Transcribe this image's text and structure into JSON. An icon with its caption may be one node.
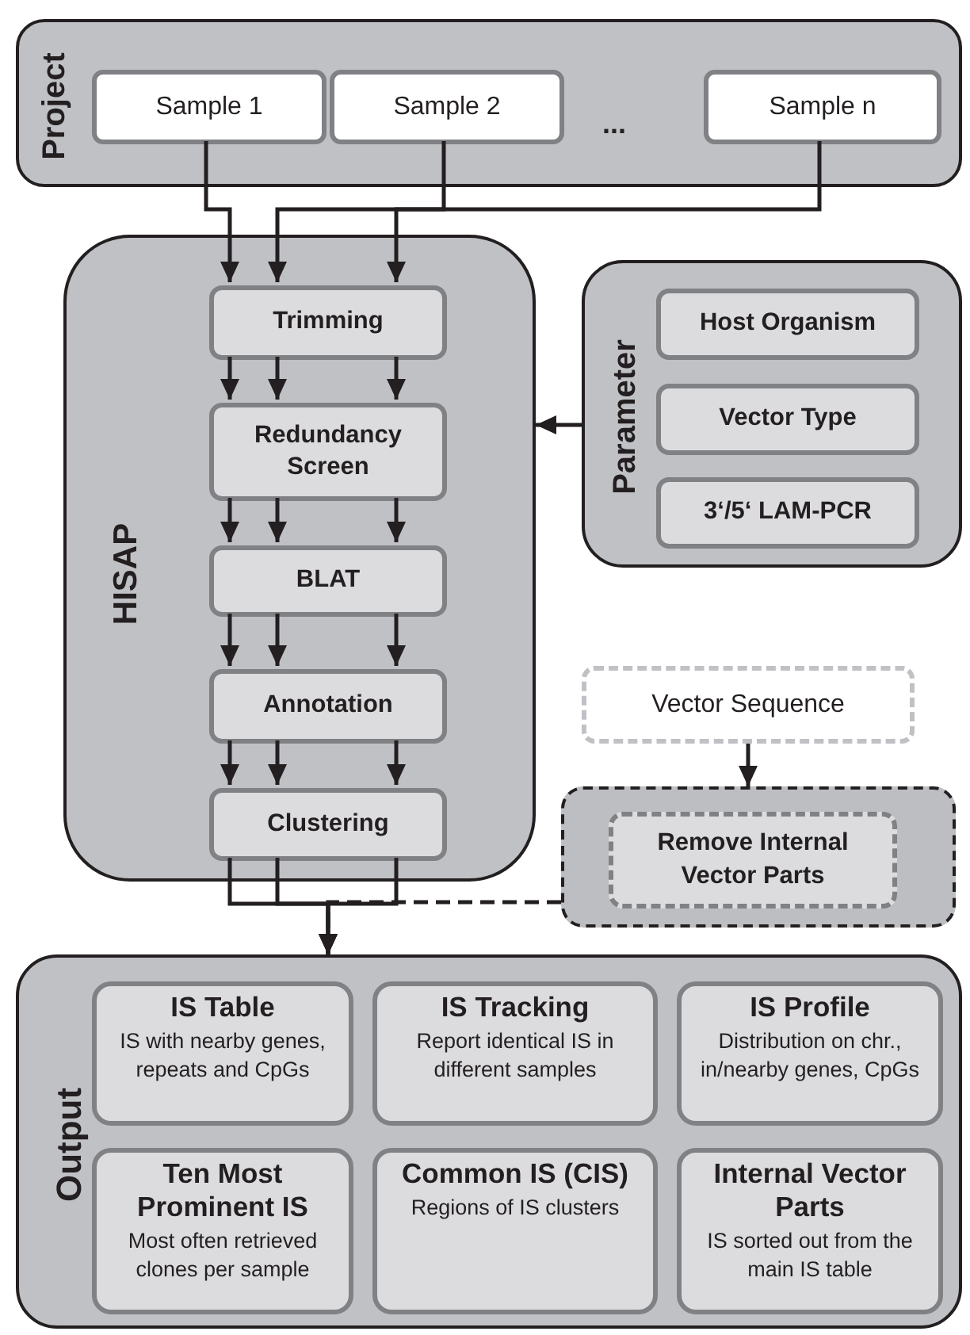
{
  "diagram": {
    "nodes": [
      {
        "text": [
          "Project"
        ]
      },
      {
        "text": [
          "Sample 1"
        ],
        "in": 0
      },
      {
        "text": [
          "Sample 2"
        ],
        "in": 0
      },
      {
        "text": [
          "Sample n"
        ],
        "in": 0
      },
      {
        "text": [
          "HISAP"
        ]
      },
      {
        "text": [
          "Trimming"
        ],
        "in": 4
      },
      {
        "text": [
          "Redundancy Screen"
        ],
        "in": 4
      },
      {
        "text": [
          "BLAT"
        ],
        "in": 4
      },
      {
        "text": [
          "Annotation"
        ],
        "in": 4
      },
      {
        "text": [
          "Clustering"
        ],
        "in": 4
      },
      {
        "text": [
          "Parameter"
        ]
      },
      {
        "text": [
          "Host Organism"
        ],
        "in": 10
      },
      {
        "text": [
          "Vector Type"
        ],
        "in": 10
      },
      {
        "text": [
          "3‘/5‘ LAM-PCR"
        ],
        "in": 10
      },
      {
        "text": [
          "Vector Sequence"
        ]
      },
      {
        "text": [],
        "shape": "box"
      },
      {
        "text": [
          "Remove Internal Vector Parts"
        ],
        "in": 15
      },
      {
        "text": [
          "Output"
        ]
      },
      {
        "text": [
          "IS Table",
          "IS with nearby genes, repeats and CpGs"
        ],
        "in": 17
      },
      {
        "text": [
          "IS Tracking",
          "Report identical IS in different samples"
        ],
        "in": 17
      },
      {
        "text": [
          "IS Profile",
          "Distribution on chr., in/nearby genes, CpGs"
        ],
        "in": 17
      },
      {
        "text": [
          "Ten Most Prominent IS",
          "Most often retrieved clones per sample"
        ],
        "in": 17
      },
      {
        "text": [
          "Common IS (CIS)",
          "Regions of IS clusters"
        ],
        "in": 17
      },
      {
        "text": [
          "Internal Vector Parts",
          "IS sorted out from the main IS table"
        ],
        "in": 17
      }
    ],
    "edges": [
      {
        "from": 1,
        "to": 5,
        "arrow": "to"
      },
      {
        "from": 2,
        "to": 5,
        "arrow": "to"
      },
      {
        "from": 3,
        "to": 5,
        "arrow": "to"
      },
      {
        "from": 5,
        "to": 6,
        "arrow": "to"
      },
      {
        "from": 5,
        "to": 6,
        "arrow": "to"
      },
      {
        "from": 5,
        "to": 6,
        "arrow": "to"
      },
      {
        "from": 6,
        "to": 7,
        "arrow": "to"
      },
      {
        "from": 6,
        "to": 7,
        "arrow": "to"
      },
      {
        "from": 6,
        "to": 7,
        "arrow": "to"
      },
      {
        "from": 7,
        "to": 8,
        "arrow": "to"
      },
      {
        "from": 7,
        "to": 8,
        "arrow": "to"
      },
      {
        "from": 7,
        "to": 8,
        "arrow": "to"
      },
      {
        "from": 8,
        "to": 9,
        "arrow": "to"
      },
      {
        "from": 8,
        "to": 9,
        "arrow": "to"
      },
      {
        "from": 8,
        "to": 9,
        "arrow": "to"
      },
      {
        "from": 10,
        "to": 4,
        "arrow": "to"
      },
      {
        "from": 14,
        "to": 15,
        "arrow": "to"
      },
      {
        "from": 9,
        "to": 17,
        "arrow": "to"
      },
      {
        "from": 9,
        "to": 17,
        "arrow": "to"
      },
      {
        "from": 9,
        "to": 17,
        "arrow": "to"
      },
      {
        "from": 15,
        "to": 17,
        "arrow": "to",
        "style": "dashed"
      }
    ],
    "labels": [
      "..."
    ]
  }
}
